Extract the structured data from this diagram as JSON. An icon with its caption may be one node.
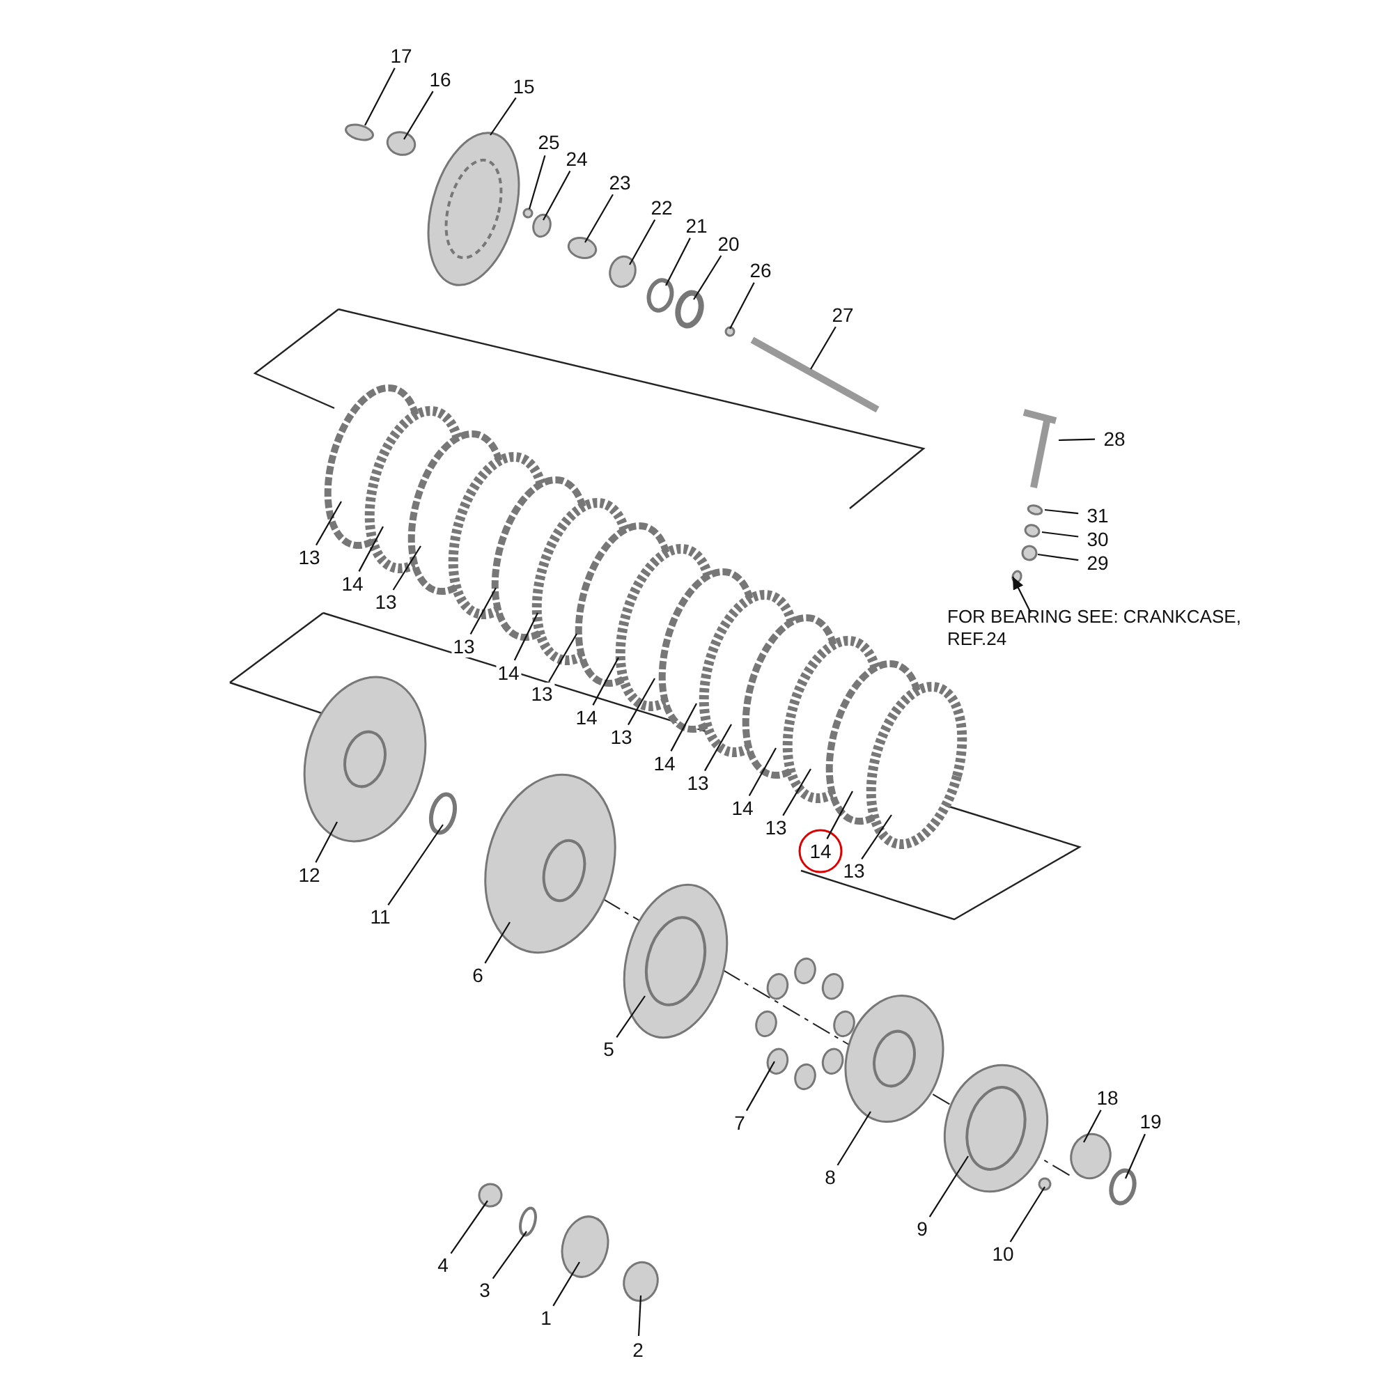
{
  "diagram": {
    "nodes": [
      {
        "text": [
          "17"
        ]
      },
      {
        "text": [
          "16"
        ]
      },
      {
        "text": [
          "15"
        ]
      },
      {
        "text": [
          "25"
        ]
      },
      {
        "text": [
          "24"
        ]
      },
      {
        "text": [
          "23"
        ]
      },
      {
        "text": [
          "22"
        ]
      },
      {
        "text": [
          "21"
        ]
      },
      {
        "text": [
          "20"
        ]
      },
      {
        "text": [
          "26"
        ]
      },
      {
        "text": [
          "27"
        ]
      },
      {
        "text": [
          "28"
        ]
      },
      {
        "text": [
          "31"
        ]
      },
      {
        "text": [
          "30"
        ]
      },
      {
        "text": [
          "29"
        ]
      },
      {
        "text": [
          "13"
        ]
      },
      {
        "text": [
          "14"
        ]
      },
      {
        "text": [
          "13"
        ]
      },
      {
        "text": [
          "13"
        ]
      },
      {
        "text": [
          "14"
        ]
      },
      {
        "text": [
          "13"
        ]
      },
      {
        "text": [
          "14"
        ]
      },
      {
        "text": [
          "13"
        ]
      },
      {
        "text": [
          "14"
        ]
      },
      {
        "text": [
          "13"
        ]
      },
      {
        "text": [
          "14"
        ]
      },
      {
        "text": [
          "13"
        ]
      },
      {
        "text": [
          "14"
        ]
      },
      {
        "text": [
          "13"
        ]
      },
      {
        "text": [
          "FOR BEARING SEE: CRANKCASE, REF.24"
        ]
      },
      {
        "text": [
          "12"
        ]
      },
      {
        "text": [
          "11"
        ]
      },
      {
        "text": [
          "6"
        ]
      },
      {
        "text": [
          "5"
        ]
      },
      {
        "text": [
          "7"
        ]
      },
      {
        "text": [
          "8"
        ]
      },
      {
        "text": [
          "18"
        ]
      },
      {
        "text": [
          "19"
        ]
      },
      {
        "text": [
          "9"
        ]
      },
      {
        "text": [
          "10"
        ]
      },
      {
        "text": [
          "4"
        ]
      },
      {
        "text": [
          "3"
        ]
      },
      {
        "text": [
          "1"
        ]
      },
      {
        "text": [
          "2"
        ]
      }
    ],
    "edges": [
      {
        "from": 0,
        "to": null,
        "arrow": "none"
      },
      {
        "from": 1,
        "to": null,
        "arrow": "none"
      },
      {
        "from": 2,
        "to": null,
        "arrow": "none"
      },
      {
        "from": 3,
        "to": null,
        "arrow": "none"
      },
      {
        "from": 4,
        "to": null,
        "arrow": "none"
      },
      {
        "from": 5,
        "to": null,
        "arrow": "none"
      },
      {
        "from": 6,
        "to": null,
        "arrow": "none"
      },
      {
        "from": 7,
        "to": null,
        "arrow": "none"
      },
      {
        "from": 8,
        "to": null,
        "arrow": "none"
      },
      {
        "from": 9,
        "to": null,
        "arrow": "none"
      },
      {
        "from": 10,
        "to": null,
        "arrow": "none"
      },
      {
        "from": 11,
        "to": null,
        "arrow": "none"
      },
      {
        "from": 12,
        "to": null,
        "arrow": "none"
      },
      {
        "from": 13,
        "to": null,
        "arrow": "none"
      },
      {
        "from": 14,
        "to": null,
        "arrow": "none"
      },
      {
        "from": 15,
        "to": null,
        "arrow": "none"
      },
      {
        "from": 16,
        "to": null,
        "arrow": "none"
      },
      {
        "from": 17,
        "to": null,
        "arrow": "none"
      },
      {
        "from": 18,
        "to": null,
        "arrow": "none"
      },
      {
        "from": 19,
        "to": null,
        "arrow": "none"
      },
      {
        "from": 20,
        "to": null,
        "arrow": "none"
      },
      {
        "from": 21,
        "to": null,
        "arrow": "none"
      },
      {
        "from": 22,
        "to": null,
        "arrow": "none"
      },
      {
        "from": 23,
        "to": null,
        "arrow": "none"
      },
      {
        "from": 24,
        "to": null,
        "arrow": "none"
      },
      {
        "from": 25,
        "to": null,
        "arrow": "none"
      },
      {
        "from": 26,
        "to": null,
        "arrow": "none"
      },
      {
        "from": 27,
        "to": null,
        "arrow": "none"
      },
      {
        "from": 28,
        "to": null,
        "arrow": "none"
      },
      {
        "from": 29,
        "to": null,
        "arrow": "to"
      },
      {
        "from": 30,
        "to": null,
        "arrow": "none"
      },
      {
        "from": 31,
        "to": null,
        "arrow": "none"
      },
      {
        "from": 32,
        "to": null,
        "arrow": "none"
      },
      {
        "from": 33,
        "to": null,
        "arrow": "none"
      },
      {
        "from": 34,
        "to": null,
        "arrow": "none"
      },
      {
        "from": 35,
        "to": null,
        "arrow": "none"
      },
      {
        "from": 36,
        "to": null,
        "arrow": "none"
      },
      {
        "from": 37,
        "to": null,
        "arrow": "none"
      },
      {
        "from": 38,
        "to": null,
        "arrow": "none"
      },
      {
        "from": 39,
        "to": null,
        "arrow": "none"
      },
      {
        "from": 40,
        "to": null,
        "arrow": "none"
      },
      {
        "from": 41,
        "to": null,
        "arrow": "none"
      },
      {
        "from": 42,
        "to": null,
        "arrow": "none"
      },
      {
        "from": 43,
        "to": null,
        "arrow": "none"
      }
    ]
  }
}
